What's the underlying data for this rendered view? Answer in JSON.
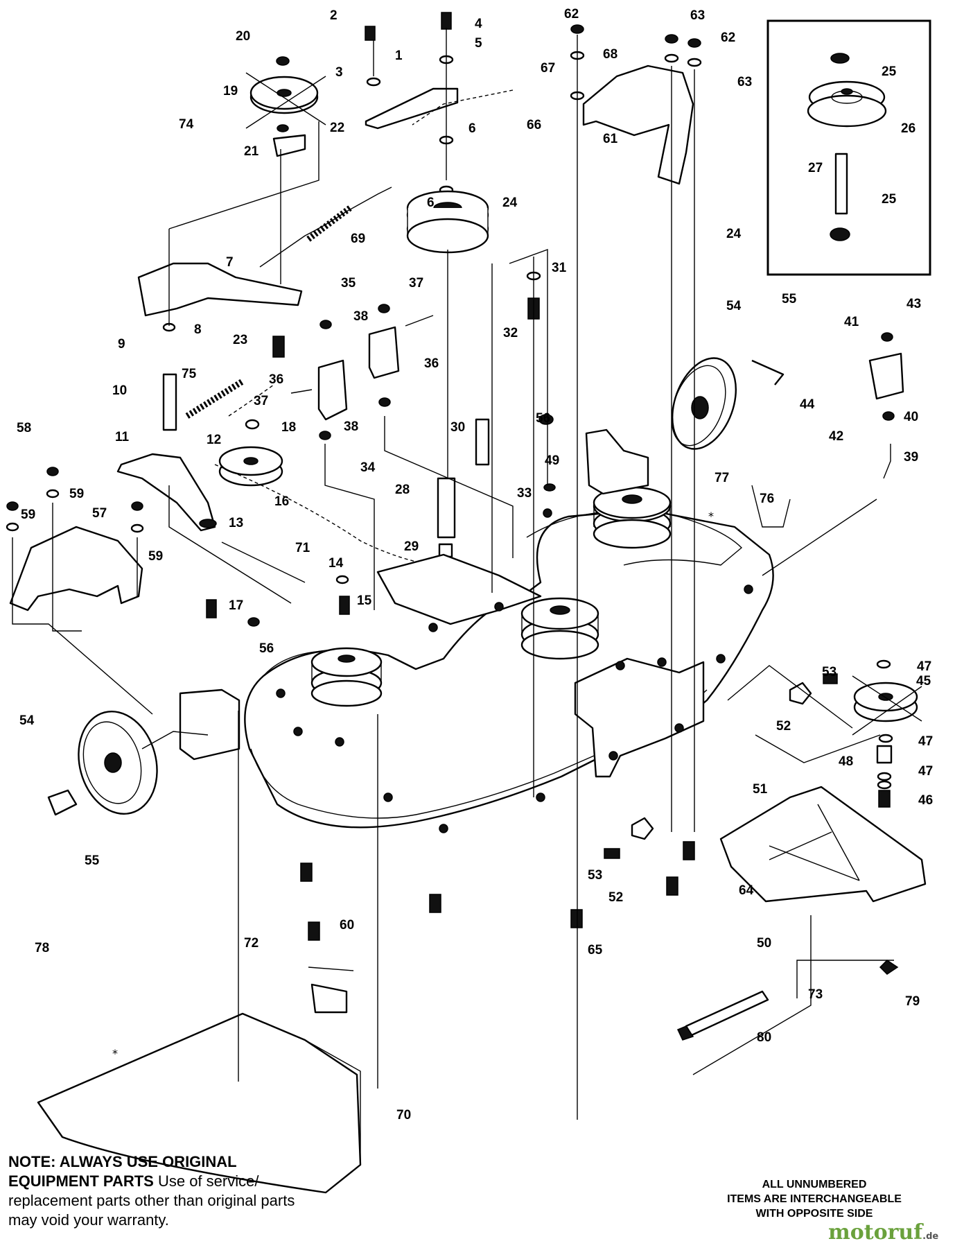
{
  "note": {
    "lead": "NOTE: ALWAYS USE ORIGINAL EQUIPMENT PARTS",
    "body": "Use of service/ replacement parts other than original parts may void your warranty."
  },
  "interchangeable": [
    "ALL UNNUMBERED",
    "ITEMS ARE INTERCHANGEABLE",
    "WITH OPPOSITE SIDE"
  ],
  "watermark": {
    "brand": "motoruf",
    "suffix": ".de"
  },
  "callouts": [
    "1",
    "2",
    "3",
    "4",
    "5",
    "6",
    "6",
    "7",
    "8",
    "9",
    "10",
    "11",
    "12",
    "13",
    "14",
    "15",
    "16",
    "17",
    "18",
    "19",
    "20",
    "21",
    "22",
    "23",
    "24",
    "24",
    "25",
    "25",
    "26",
    "27",
    "28",
    "29",
    "30",
    "31",
    "32",
    "33",
    "34",
    "35",
    "36",
    "36",
    "37",
    "37",
    "38",
    "38",
    "39",
    "40",
    "41",
    "42",
    "43",
    "44",
    "45",
    "46",
    "47",
    "47",
    "47",
    "48",
    "49",
    "50",
    "51",
    "52",
    "52",
    "53",
    "53",
    "54",
    "54",
    "55",
    "55",
    "56",
    "56",
    "57",
    "58",
    "59",
    "59",
    "59",
    "60",
    "61",
    "62",
    "62",
    "63",
    "63",
    "64",
    "65",
    "66",
    "67",
    "68",
    "69",
    "70",
    "71",
    "72",
    "73",
    "74",
    "75",
    "76",
    "77",
    "78",
    "79",
    "80"
  ],
  "markers": [
    "*",
    "*"
  ]
}
